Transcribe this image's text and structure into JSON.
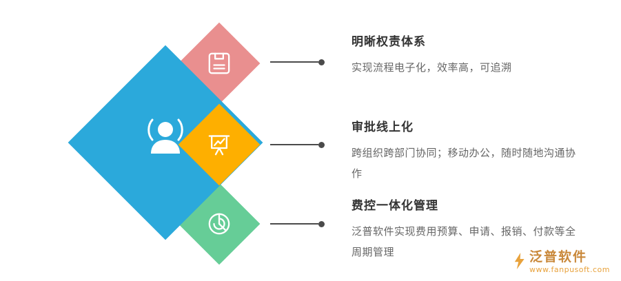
{
  "main_diamond": {
    "icon": "person-icon",
    "color": "#2BA9DB"
  },
  "items": [
    {
      "title": "明晰权责体系",
      "desc": "实现流程电子化，效率高，可追溯",
      "icon": "floppy-save-icon",
      "diamond_color": "#E98F8F"
    },
    {
      "title": "审批线上化",
      "desc": "跨组织跨部门协同；移动办公，随时随地沟通协作",
      "icon": "presentation-chart-icon",
      "diamond_color": "#FEAF00"
    },
    {
      "title": "费控一体化管理",
      "desc": "泛普软件实现费用预算、申请、报销、付款等全周期管理",
      "icon": "pie-chart-icon",
      "diamond_color": "#66CD97"
    }
  ],
  "logo": {
    "name": "泛普软件",
    "url": "www.fanpusoft.com",
    "color": "#C9883A"
  },
  "colors": {
    "connector": "#4A4A4A",
    "title_text": "#333333",
    "body_text": "#666666",
    "background": "#FFFFFF"
  }
}
